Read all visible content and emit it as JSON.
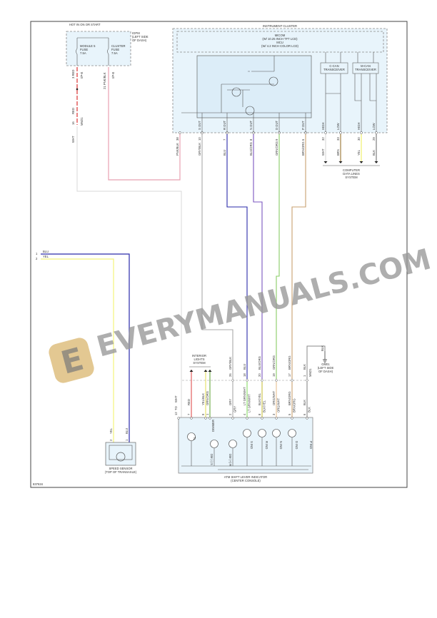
{
  "header": {
    "power_label": "HOT IN ON OR START"
  },
  "igpm": {
    "label": [
      "IGPM",
      "(LEFT SIDE",
      "OF DASH)"
    ],
    "fuses": [
      {
        "name": [
          "MODULE 5",
          "FUSE",
          "7.5A"
        ]
      },
      {
        "name": [
          "CLUSTER",
          "FUSE",
          "7.5A"
        ]
      }
    ]
  },
  "cluster": {
    "title": "INSTRUMENT CLUSTER",
    "micom": [
      "MICOM",
      "(W/ 10.25 INCH TFT LCD)",
      "MCU",
      "(W/ 4.2 INCH COLOR LCD)"
    ],
    "c_can": [
      "C-CAN",
      "TRANSCEIVER"
    ],
    "m_can": [
      "M-CAN",
      "TRANSCEIVER"
    ],
    "pins": [
      {
        "pin": "38",
        "signal": "",
        "wire": "PNK/BLK",
        "color": "#e8a0b0"
      },
      {
        "pin": "10",
        "signal": "S OUT",
        "wire": "GRY/BLK",
        "color": "#aaaaaa"
      },
      {
        "pin": "7",
        "signal": "R OUT",
        "wire": "BLU",
        "color": "#2a2aaa"
      },
      {
        "pin": "8",
        "signal": "N OUT",
        "wire": "BLU/ORG",
        "color": "#7a55c0"
      },
      {
        "pin": "9",
        "signal": "D OUT",
        "wire": "GRN/ORG",
        "color": "#88cc66"
      },
      {
        "pin": "6",
        "signal": "P OUT",
        "wire": "BRN/ORG",
        "color": "#c8a070"
      },
      {
        "pin": "32",
        "signal": "HIGH",
        "wire": "WHT",
        "color": "#dddddd"
      },
      {
        "pin": "33",
        "signal": "LOW",
        "wire": "BRN",
        "color": "#a88850"
      },
      {
        "pin": "30",
        "signal": "HIGH",
        "wire": "YEL",
        "color": "#f2f27a"
      },
      {
        "pin": "29",
        "signal": "LOW",
        "wire": "BLK",
        "color": "#888888"
      }
    ]
  },
  "igpm_wires": [
    {
      "pin": "3",
      "conn": "I/P-E",
      "wire": "RED",
      "color": "#e05050"
    },
    {
      "pin": "21",
      "conn": "I/P-E",
      "wire": "PNK/BLK",
      "color": "#e8a0b0"
    }
  ],
  "junction": {
    "pin": "16",
    "conn": "MM21",
    "wire_above": "RED",
    "wire_below": "WHT"
  },
  "data_lines": [
    "COMPUTER",
    "DATA LINES",
    "SYSTEM"
  ],
  "interior_lights": [
    "INTERIOR",
    "LIGHTS",
    "SYSTEM"
  ],
  "mid_connector": [
    {
      "pin": "26",
      "wire_up": "GRY/BLK",
      "wire_down": "GRY"
    },
    {
      "pin": "18",
      "wire_up": "BLU",
      "wire_down": "LT GRN/WHT"
    },
    {
      "pin": "20",
      "wire_up": "BLU/ORG",
      "wire_down": "BLK/YEL"
    },
    {
      "pin": "19",
      "wire_up": "GRN/ORG",
      "wire_down": "ORG/WHT"
    },
    {
      "pin": "17",
      "wire_up": "BRN/ORG",
      "wire_down": "BRN/ORG"
    },
    {
      "pin": "1",
      "wire_up": "BLK",
      "wire_down": "BLK",
      "conn": "MM21"
    }
  ],
  "ground": {
    "wire": "BLK",
    "name": [
      "GM01",
      "(LEFT SIDE",
      "OF DASH)"
    ]
  },
  "indicator": {
    "label": [
      "ATM SHIFT LEVER INDICATOR",
      "(CENTER CONSOLE)"
    ],
    "pins": [
      {
        "pin": "12",
        "wire": "WHT",
        "color": "#dddddd"
      },
      {
        "pin": "7",
        "wire": "RED",
        "color": "#e05050"
      },
      {
        "pin": "9",
        "wire": "YEL/BLK",
        "color": "#e6e060"
      },
      {
        "pin": "1",
        "wire": "GRN/ORG",
        "color": "#6aaa40"
      },
      {
        "pin": "2",
        "wire": "GRY",
        "color": "#aaaaaa"
      },
      {
        "pin": "4",
        "wire": "LT GRN/WHT",
        "color": "#88dd66"
      },
      {
        "pin": "8",
        "wire": "BLK/YEL",
        "color": "#c8c040"
      },
      {
        "pin": "3",
        "wire": "ORG/WHT",
        "color": "#e8c090"
      },
      {
        "pin": "5",
        "wire": "BRN/ORG",
        "color": "#c8a070"
      },
      {
        "pin": "6",
        "wire": "BLK",
        "color": "#888888"
      }
    ],
    "pin12_prefix": "TO",
    "dimmer": "DIMMER",
    "lamps": [
      "TL",
      "DM (-) S",
      "DM (+) R",
      "S IND",
      "R IND",
      "N IND",
      "D IND",
      "P IND"
    ]
  },
  "speed_sensor": {
    "label": [
      "SPEED SENSOR",
      "(TOP OF TRANSAXLE)"
    ],
    "pins": [
      {
        "pin": "1",
        "wire": "BLU",
        "color": "#2a2aaa"
      },
      {
        "pin": "2",
        "wire": "YEL",
        "color": "#f2f27a"
      }
    ]
  },
  "figure_id": "837634",
  "watermark": "EVERYMANUALS.COM"
}
